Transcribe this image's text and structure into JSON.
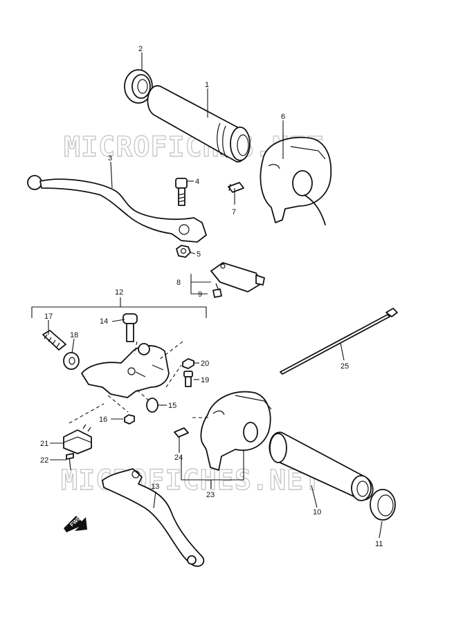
{
  "watermark": "MICROFICHES.NET",
  "fwd_label": "FWD",
  "callouts": {
    "c1": "1",
    "c2": "2",
    "c3": "3",
    "c4": "4",
    "c5": "5",
    "c6": "6",
    "c7": "7",
    "c8": "8",
    "c9": "9",
    "c10": "10",
    "c11": "11",
    "c12": "12",
    "c13": "13",
    "c14": "14",
    "c15": "15",
    "c16": "16",
    "c17": "17",
    "c18": "18",
    "c19": "19",
    "c20": "20",
    "c21": "21",
    "c22": "22",
    "c23": "23",
    "c24": "24",
    "c25": "25"
  }
}
